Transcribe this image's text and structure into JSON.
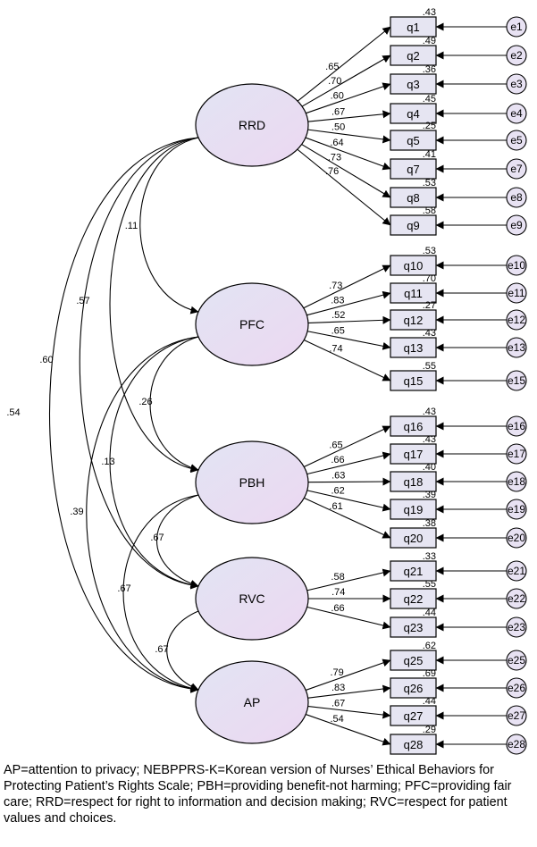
{
  "factors": [
    {
      "id": "RRD",
      "label": "RRD"
    },
    {
      "id": "PFC",
      "label": "PFC"
    },
    {
      "id": "PBH",
      "label": "PBH"
    },
    {
      "id": "RVC",
      "label": "RVC"
    },
    {
      "id": "AP",
      "label": "AP"
    }
  ],
  "items": [
    {
      "label": "q1",
      "error": "e1",
      "factor": "RRD",
      "loading": ".65",
      "r2": ".43"
    },
    {
      "label": "q2",
      "error": "e2",
      "factor": "RRD",
      "loading": ".70",
      "r2": ".49"
    },
    {
      "label": "q3",
      "error": "e3",
      "factor": "RRD",
      "loading": ".60",
      "r2": ".36"
    },
    {
      "label": "q4",
      "error": "e4",
      "factor": "RRD",
      "loading": ".67",
      "r2": ".45"
    },
    {
      "label": "q5",
      "error": "e5",
      "factor": "RRD",
      "loading": ".50",
      "r2": ".25"
    },
    {
      "label": "q7",
      "error": "e7",
      "factor": "RRD",
      "loading": ".64",
      "r2": ".41"
    },
    {
      "label": "q8",
      "error": "e8",
      "factor": "RRD",
      "loading": ".73",
      "r2": ".53"
    },
    {
      "label": "q9",
      "error": "e9",
      "factor": "RRD",
      "loading": ".76",
      "r2": ".58"
    },
    {
      "label": "q10",
      "error": "e10",
      "factor": "PFC",
      "loading": ".73",
      "r2": ".53"
    },
    {
      "label": "q11",
      "error": "e11",
      "factor": "PFC",
      "loading": ".83",
      "r2": ".70"
    },
    {
      "label": "q12",
      "error": "e12",
      "factor": "PFC",
      "loading": ".52",
      "r2": ".27"
    },
    {
      "label": "q13",
      "error": "e13",
      "factor": "PFC",
      "loading": ".65",
      "r2": ".43"
    },
    {
      "label": "q15",
      "error": "e15",
      "factor": "PFC",
      "loading": ".74",
      "r2": ".55"
    },
    {
      "label": "q16",
      "error": "e16",
      "factor": "PBH",
      "loading": ".65",
      "r2": ".43"
    },
    {
      "label": "q17",
      "error": "e17",
      "factor": "PBH",
      "loading": ".66",
      "r2": ".43"
    },
    {
      "label": "q18",
      "error": "e18",
      "factor": "PBH",
      "loading": ".63",
      "r2": ".40"
    },
    {
      "label": "q19",
      "error": "e19",
      "factor": "PBH",
      "loading": ".62",
      "r2": ".39"
    },
    {
      "label": "q20",
      "error": "e20",
      "factor": "PBH",
      "loading": ".61",
      "r2": ".38"
    },
    {
      "label": "q21",
      "error": "e21",
      "factor": "RVC",
      "loading": ".58",
      "r2": ".33"
    },
    {
      "label": "q22",
      "error": "e22",
      "factor": "RVC",
      "loading": ".74",
      "r2": ".55"
    },
    {
      "label": "q23",
      "error": "e23",
      "factor": "RVC",
      "loading": ".66",
      "r2": ".44"
    },
    {
      "label": "q25",
      "error": "e25",
      "factor": "AP",
      "loading": ".79",
      "r2": ".62"
    },
    {
      "label": "q26",
      "error": "e26",
      "factor": "AP",
      "loading": ".83",
      "r2": ".69"
    },
    {
      "label": "q27",
      "error": "e27",
      "factor": "AP",
      "loading": ".67",
      "r2": ".44"
    },
    {
      "label": "q28",
      "error": "e28",
      "factor": "AP",
      "loading": ".54",
      "r2": ".29"
    }
  ],
  "correlations": [
    {
      "from": "RRD",
      "to": "PFC",
      "value": ".11"
    },
    {
      "from": "RRD",
      "to": "PBH",
      "value": ".57"
    },
    {
      "from": "RRD",
      "to": "RVC",
      "value": ".60"
    },
    {
      "from": "RRD",
      "to": "AP",
      "value": ".54"
    },
    {
      "from": "PFC",
      "to": "PBH",
      "value": ".26"
    },
    {
      "from": "PFC",
      "to": "RVC",
      "value": ".13"
    },
    {
      "from": "PFC",
      "to": "AP",
      "value": ".39"
    },
    {
      "from": "PBH",
      "to": "RVC",
      "value": ".67"
    },
    {
      "from": "PBH",
      "to": "AP",
      "value": ".67"
    },
    {
      "from": "RVC",
      "to": "AP",
      "value": ".67"
    }
  ],
  "caption": "AP=attention to privacy; NEBPPRS-K=Korean version of Nurses’ Ethical Behaviors for Protecting Patient’s Rights Scale; PBH=providing benefit-not harming; PFC=providing fair care; RRD=respect for right to information and decision making; RVC=respect for patient values and choices.",
  "colors": {
    "factor_fill_start": "#e2e4f3",
    "factor_fill_end": "#ecd8f2",
    "box_fill": "#e6e5f2",
    "error_fill": "#e8e2f3",
    "stroke": "#000000"
  }
}
